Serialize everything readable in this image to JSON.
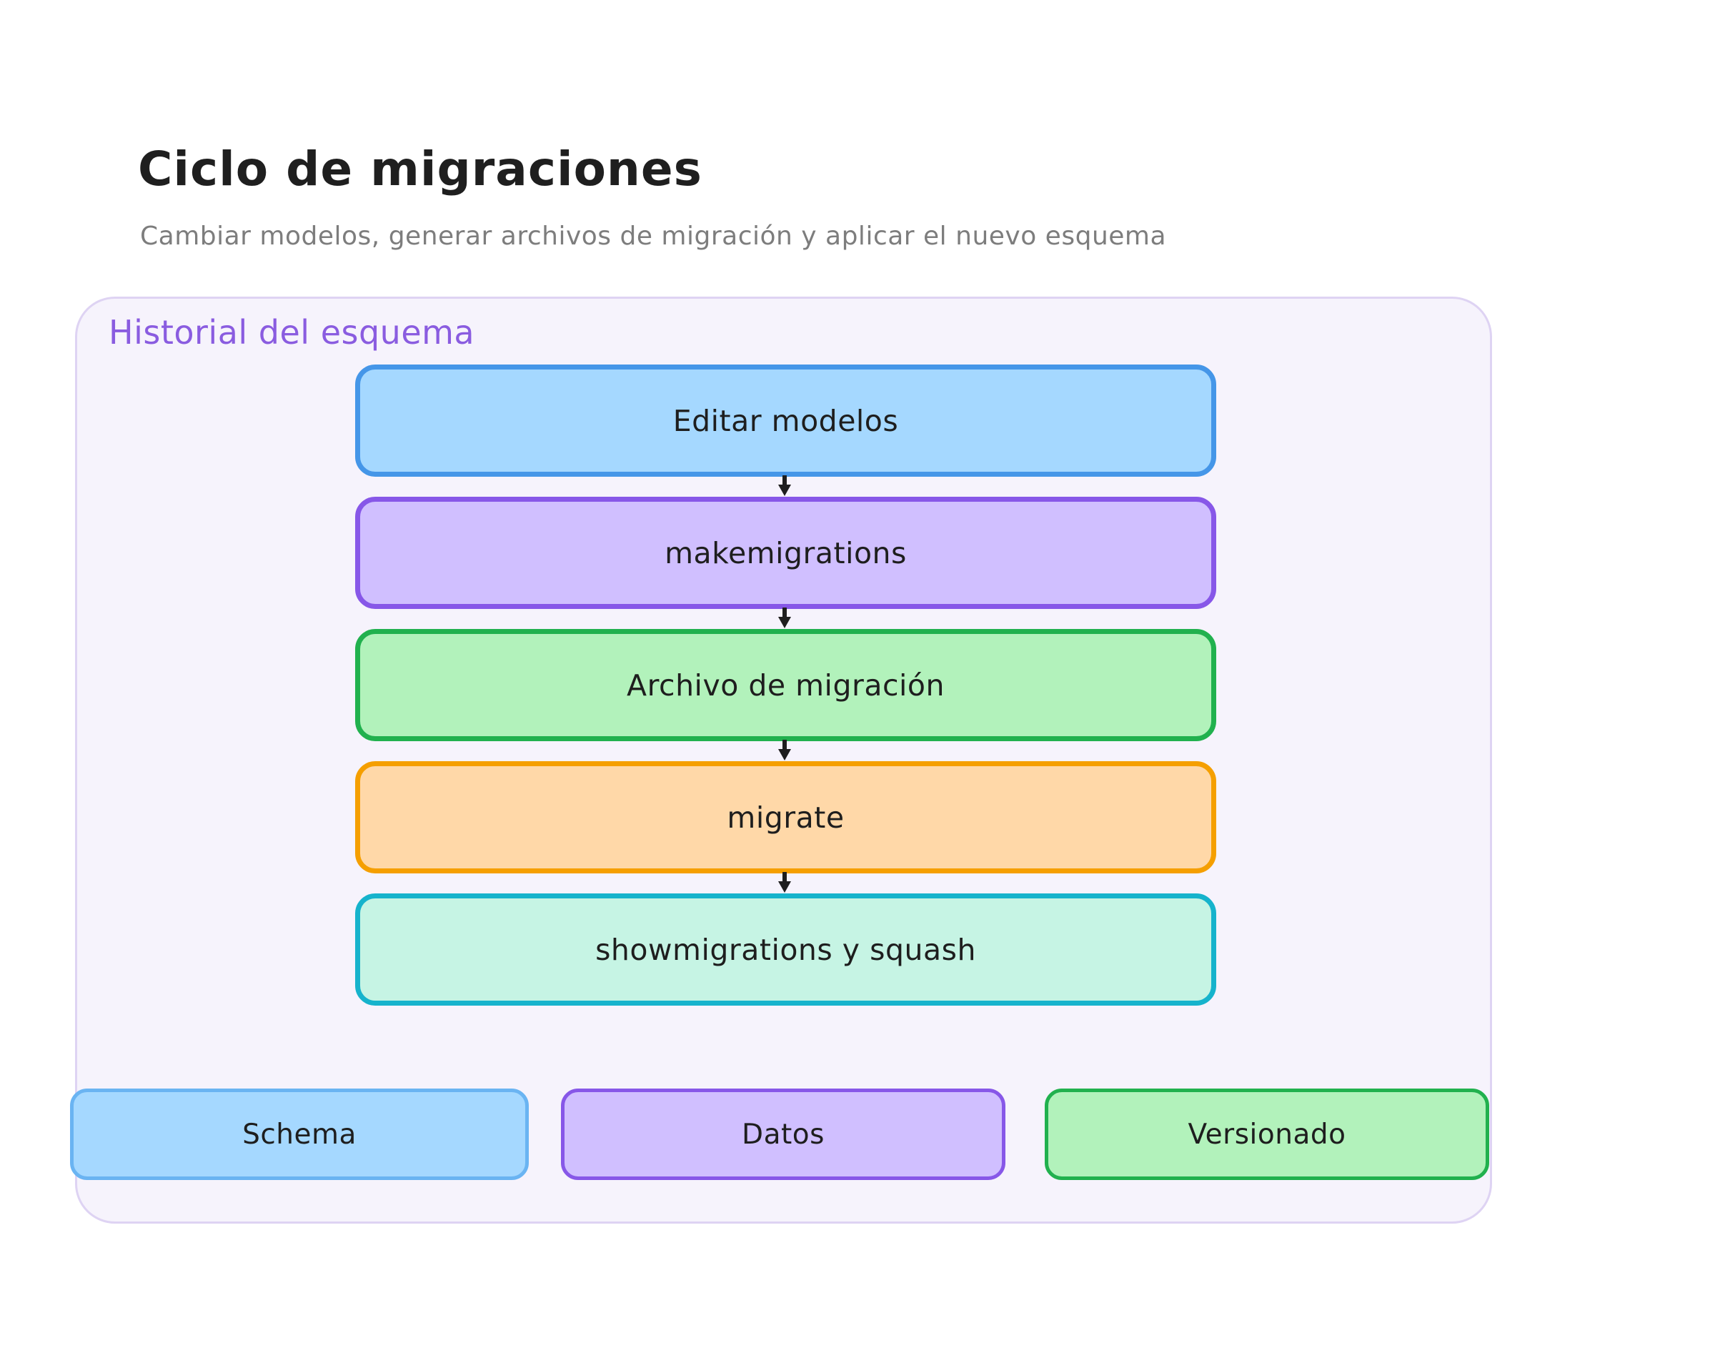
{
  "title": {
    "text": "Ciclo de migraciones",
    "style": {
      "color": "#1f1f1f"
    }
  },
  "subtitle": {
    "text": "Cambiar modelos, generar archivos de migración y aplicar el nuevo esquema",
    "style": {
      "color": "#7d7d7d"
    }
  },
  "container": {
    "label": "Historial del esquema",
    "label_style": {
      "color": "#8a5ce0"
    },
    "style": {
      "fill": "#f6f3fc",
      "stroke": "#ded3f3"
    }
  },
  "flow_steps": [
    {
      "label": "Editar modelos",
      "style": {
        "fill": "#a5d8ff",
        "stroke": "#4596e8"
      }
    },
    {
      "label": "makemigrations",
      "style": {
        "fill": "#d0bfff",
        "stroke": "#8757e8"
      }
    },
    {
      "label": "Archivo de migración",
      "style": {
        "fill": "#b2f2bb",
        "stroke": "#21b14e"
      }
    },
    {
      "label": "migrate",
      "style": {
        "fill": "#ffd8a8",
        "stroke": "#f59f00"
      }
    },
    {
      "label": "showmigrations y squash",
      "style": {
        "fill": "#c6f4e4",
        "stroke": "#16b3cc"
      }
    }
  ],
  "arrow": {
    "color": "#1e1e1e"
  },
  "legend": [
    {
      "label": "Schema",
      "style": {
        "fill": "#a5d8ff",
        "stroke": "#6ab4f2"
      }
    },
    {
      "label": "Datos",
      "style": {
        "fill": "#d0bfff",
        "stroke": "#8757e8"
      }
    },
    {
      "label": "Versionado",
      "style": {
        "fill": "#b2f2bb",
        "stroke": "#21b14e"
      }
    }
  ]
}
